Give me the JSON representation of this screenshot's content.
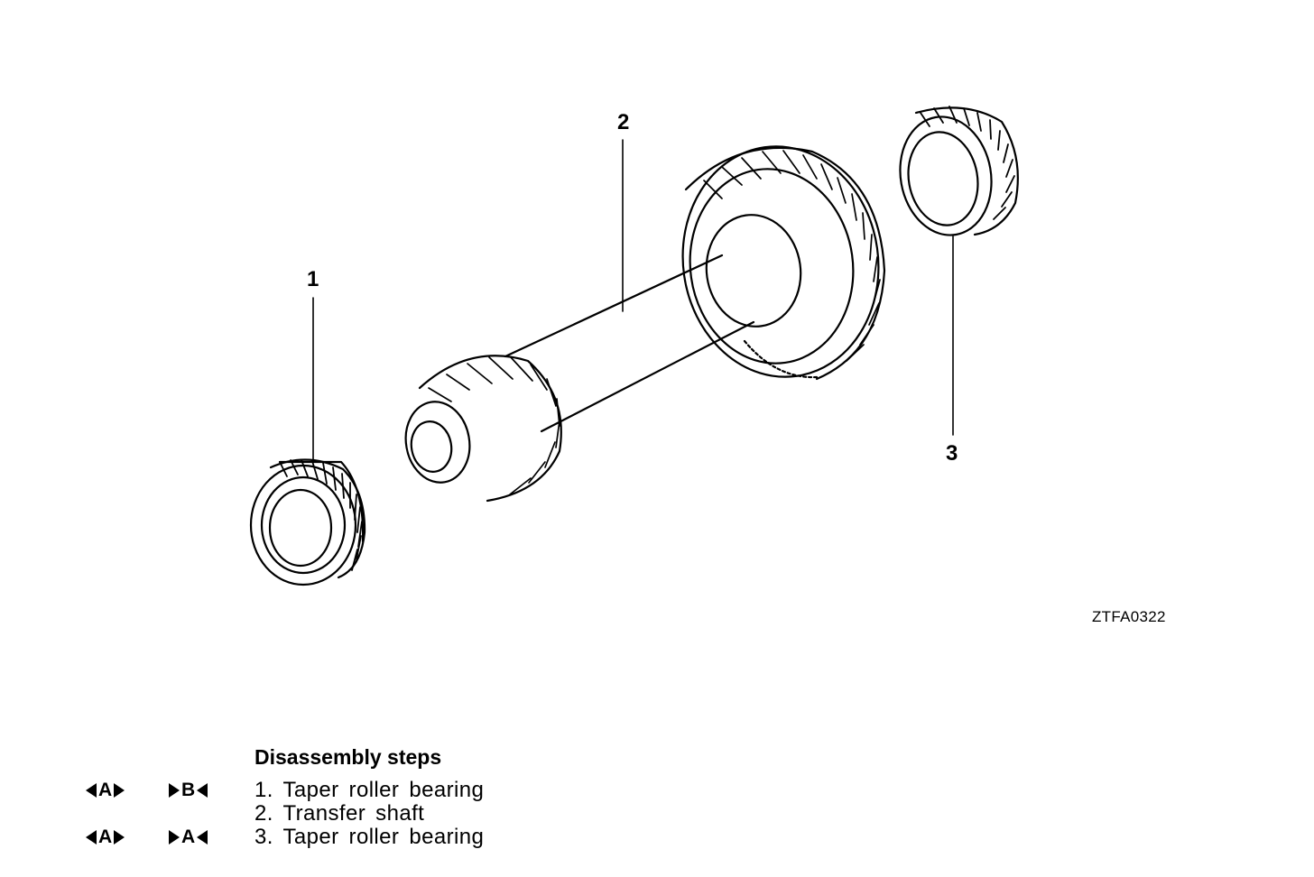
{
  "callouts": [
    {
      "id": "1",
      "label": "1"
    },
    {
      "id": "2",
      "label": "2"
    },
    {
      "id": "3",
      "label": "3"
    }
  ],
  "figure_code": "ZTFA0322",
  "steps": {
    "title": "Disassembly steps",
    "items": [
      {
        "text": "1. Taper roller bearing",
        "mark_a": "A",
        "mark_b": "B"
      },
      {
        "text": "2. Transfer shaft",
        "mark_a": "",
        "mark_b": ""
      },
      {
        "text": "3. Taper roller bearing",
        "mark_a": "A",
        "mark_b": "A"
      }
    ]
  }
}
